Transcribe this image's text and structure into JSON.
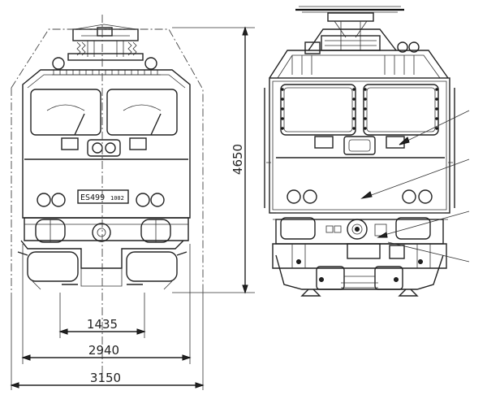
{
  "dimensions": {
    "gauge": "1435",
    "body_width": "2940",
    "overall_width": "3150",
    "height": "4650"
  },
  "plate": {
    "number_main": "ES499",
    "number_suffix": "1002"
  },
  "colors": {
    "line": "#222222",
    "background": "#ffffff"
  }
}
